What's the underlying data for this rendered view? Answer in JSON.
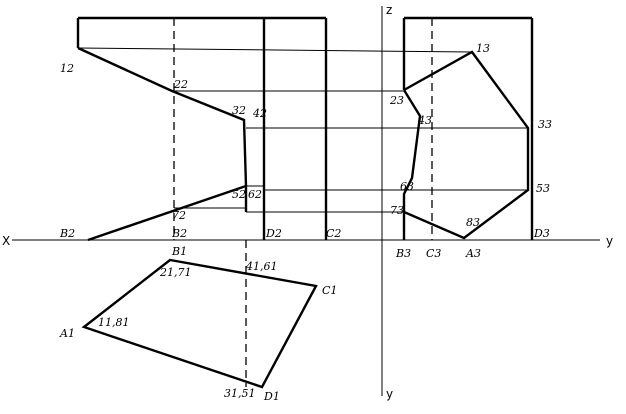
{
  "axes": {
    "x_left": "X",
    "y_right": "y",
    "z_top": "z",
    "y_bottom": "y"
  },
  "labels": {
    "p1_2": "12",
    "p2_2": "22",
    "p3_2": "32",
    "p4_2": "42",
    "p5_2": "52",
    "p6_2": "62",
    "p7_2": "72",
    "B2": "B2",
    "B2b": "B2",
    "D2": "D2",
    "C2": "C2",
    "B1": "B1",
    "p27_1": "21,71",
    "p46_1": "41,61",
    "C1": "C1",
    "A1": "A1",
    "p18_1": "11,81",
    "p35_1": "31,51",
    "D1": "D1",
    "p1_3": "13",
    "p2_3": "23",
    "p4_3": "43",
    "p3_3": "33",
    "p6_3": "63",
    "p5_3": "53",
    "p7_3": "73",
    "p8_3": "83",
    "B3": "B3",
    "C3": "C3",
    "A3": "A3",
    "D3": "D3"
  }
}
